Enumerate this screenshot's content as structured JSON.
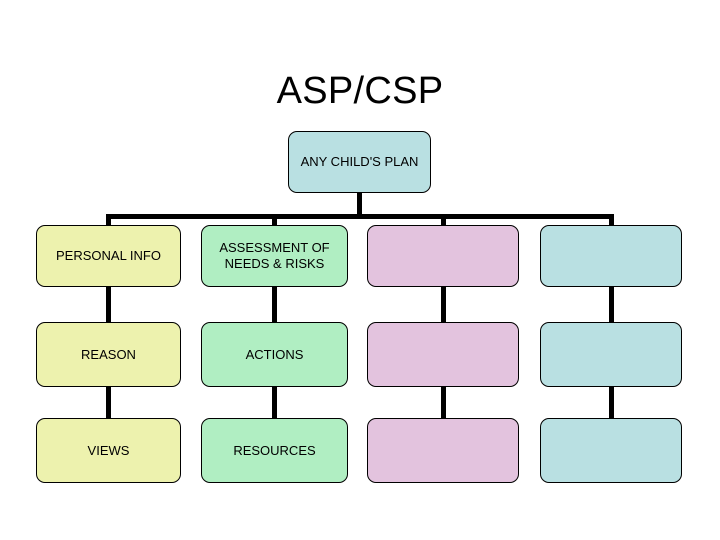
{
  "slide": {
    "title": "ASP/CSP",
    "background_color": "#ffffff",
    "line_color": "#000000",
    "text_color": "#000000"
  },
  "palette": {
    "blue": "#b9e0e2",
    "yellow": "#edf2ae",
    "green": "#b0eec2",
    "pink": "#e3c3de"
  },
  "diagram": {
    "root": {
      "label": "ANY CHILD'S PLAN",
      "fill": "#b9e0e2"
    },
    "columns": [
      {
        "fill": "#edf2ae",
        "nodes": [
          {
            "label": "PERSONAL INFO"
          },
          {
            "label": "REASON"
          },
          {
            "label": "VIEWS"
          }
        ]
      },
      {
        "fill": "#b0eec2",
        "nodes": [
          {
            "label": "ASSESSMENT OF\nNEEDS & RISKS"
          },
          {
            "label": "ACTIONS"
          },
          {
            "label": "RESOURCES"
          }
        ]
      },
      {
        "fill": "#e3c3de",
        "nodes": [
          {
            "label": ""
          },
          {
            "label": ""
          },
          {
            "label": ""
          }
        ]
      },
      {
        "fill": "#b9e0e2",
        "nodes": [
          {
            "label": ""
          },
          {
            "label": ""
          },
          {
            "label": ""
          }
        ]
      }
    ]
  }
}
